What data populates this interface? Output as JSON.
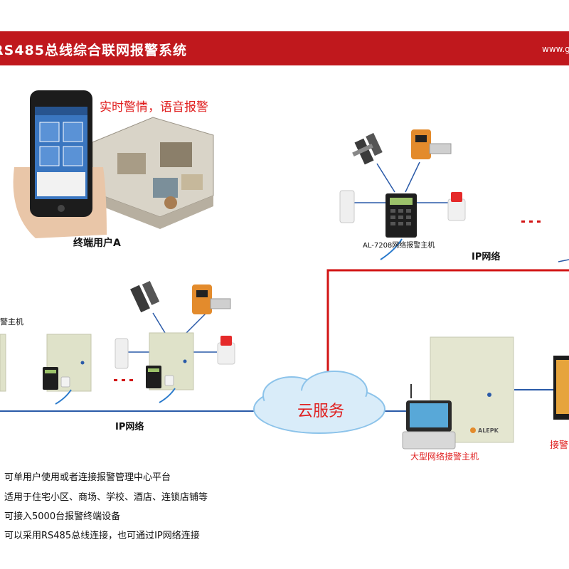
{
  "banner": {
    "title": "RS485总线综合联网报警系统",
    "url": "www.g"
  },
  "labels": {
    "realtime": "实时警情，语音报警",
    "user_a": "终端用户A",
    "host_7208": "AL-7208网络报警主机",
    "ip_right": "IP网络",
    "ip_left": "IP网络",
    "host_left": "警主机",
    "cloud": "云服务",
    "large_host": "大型网络接警主机",
    "receive": "接警"
  },
  "features": [
    "可单用户使用或者连接报警管理中心平台",
    "适用于住宅小区、商场、学校、酒店、连锁店铺等",
    "可接入5000台报警终端设备",
    "可以采用RS485总线连接，也可通过IP网络连接"
  ],
  "colors": {
    "brand_red": "#c0181d",
    "network_blue": "#2a5aa8",
    "link_red": "#d21414",
    "label_red": "#e02020"
  },
  "brand": "ALEPK"
}
